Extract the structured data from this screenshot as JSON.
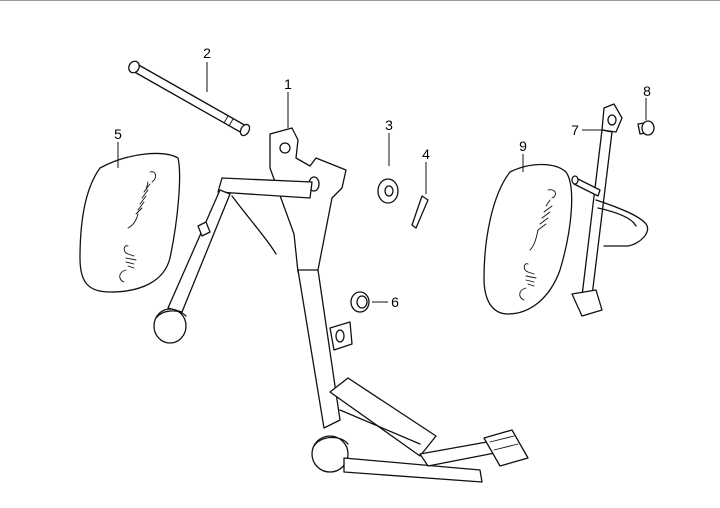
{
  "callouts": [
    {
      "id": "callout-1",
      "label": "1"
    },
    {
      "id": "callout-2",
      "label": "2"
    },
    {
      "id": "callout-3",
      "label": "3"
    },
    {
      "id": "callout-4",
      "label": "4"
    },
    {
      "id": "callout-5",
      "label": "5"
    },
    {
      "id": "callout-6",
      "label": "6"
    },
    {
      "id": "callout-7",
      "label": "7"
    },
    {
      "id": "callout-8",
      "label": "8"
    },
    {
      "id": "callout-9",
      "label": "9"
    }
  ]
}
